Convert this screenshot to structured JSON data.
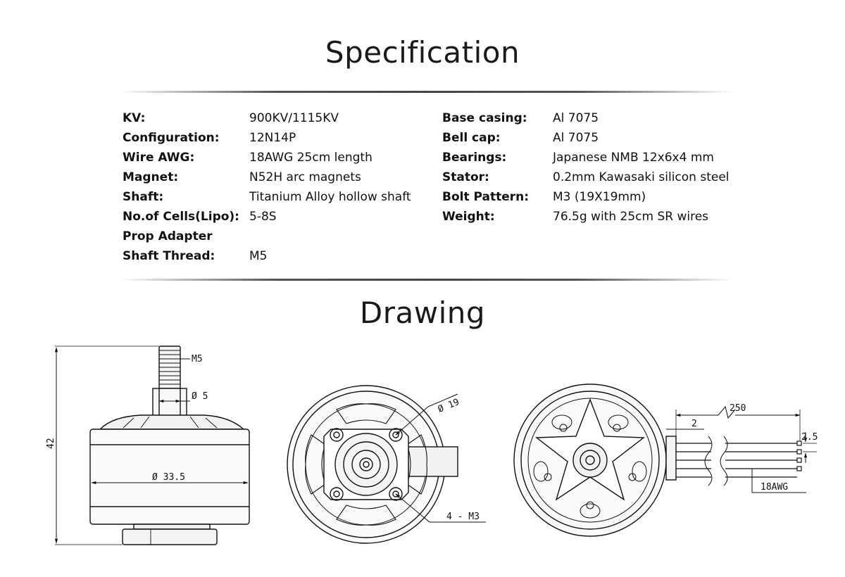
{
  "spec_title": "Specification",
  "drawing_title": "Drawing",
  "specs_left": [
    {
      "label": "KV:",
      "value": "900KV/1115KV"
    },
    {
      "label": "Configuration:",
      "value": "12N14P"
    },
    {
      "label": "Wire AWG:",
      "value": "18AWG 25cm length"
    },
    {
      "label": "Magnet:",
      "value": "N52H arc magnets"
    },
    {
      "label": "Shaft:",
      "value": "Titanium Alloy hollow shaft"
    },
    {
      "label": "No.of Cells(Lipo):",
      "value": "5-8S"
    },
    {
      "label": "Prop Adapter",
      "value": ""
    },
    {
      "label": "Shaft Thread:",
      "value": "M5"
    }
  ],
  "specs_right": [
    {
      "label": "Base casing:",
      "value": "Al 7075"
    },
    {
      "label": "Bell cap:",
      "value": "Al 7075"
    },
    {
      "label": "Bearings:",
      "value": "Japanese NMB 12x6x4 mm"
    },
    {
      "label": "Stator:",
      "value": "0.2mm Kawasaki silicon steel"
    },
    {
      "label": "Bolt Pattern:",
      "value": "M3 (19X19mm)"
    },
    {
      "label": "Weight:",
      "value": "76.5g with 25cm SR wires"
    }
  ],
  "dimensions": {
    "height": "42",
    "thread": "M5",
    "shaft_diameter": "Ø 5",
    "motor_diameter": "Ø 33.5",
    "bolt_circle": "Ø 19",
    "bolt_holes": "4 - M3",
    "wire_length": "250",
    "wire_offset": "2",
    "wire_pitch": "2.5",
    "wire_gauge": "18AWG"
  }
}
